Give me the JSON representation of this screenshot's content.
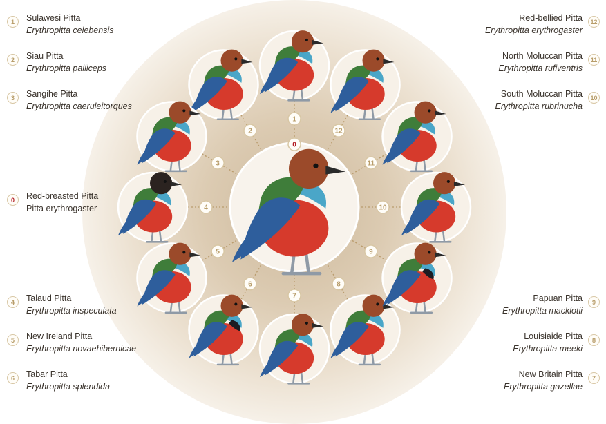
{
  "species": [
    {
      "n": "0",
      "common": "Red-breasted Pitta",
      "scientific": "Pitta erythrogaster"
    },
    {
      "n": "1",
      "common": "Sulawesi Pitta",
      "scientific": "Erythropitta celebensis"
    },
    {
      "n": "2",
      "common": "Siau Pitta",
      "scientific": "Erythropitta palliceps"
    },
    {
      "n": "3",
      "common": "Sangihe Pitta",
      "scientific": "Erythropitta caeruleitorques"
    },
    {
      "n": "4",
      "common": "Talaud Pitta",
      "scientific": "Erythropitta inspeculata"
    },
    {
      "n": "5",
      "common": "New Ireland Pitta",
      "scientific": "Erythropitta novaehibernicae"
    },
    {
      "n": "6",
      "common": "Tabar Pitta",
      "scientific": "Erythropitta splendida"
    },
    {
      "n": "7",
      "common": "New Britain Pitta",
      "scientific": "Erythropitta gazellae"
    },
    {
      "n": "8",
      "common": "Louisiaide Pitta",
      "scientific": "Erythropitta meeki"
    },
    {
      "n": "9",
      "common": "Papuan Pitta",
      "scientific": "Erythropitta macklotii"
    },
    {
      "n": "10",
      "common": "South Moluccan Pitta",
      "scientific": "Erythropitta rubrinucha"
    },
    {
      "n": "11",
      "common": "North Moluccan Pitta",
      "scientific": "Erythropitta rufiventris"
    },
    {
      "n": "12",
      "common": "Red-bellied Pitta",
      "scientific": "Erythropitta erythrogaster"
    }
  ],
  "ring_order": [
    "1",
    "2",
    "3",
    "4",
    "5",
    "6",
    "7",
    "8",
    "9",
    "10",
    "11",
    "12"
  ],
  "center_label": "0",
  "colors": {
    "badge_number": "#b89d6a",
    "badge_zero": "#b21c24",
    "belly_red": "#d63a2c",
    "back_green": "#3f7d3a",
    "wing_blue": "#2e5e9c",
    "collar_blue": "#4aa6c8",
    "head_brown": "#9b4a2a",
    "connector": "#b99b6c"
  },
  "icons": {
    "bird": "pitta-bird-icon",
    "number_badge": "number-badge-icon"
  }
}
